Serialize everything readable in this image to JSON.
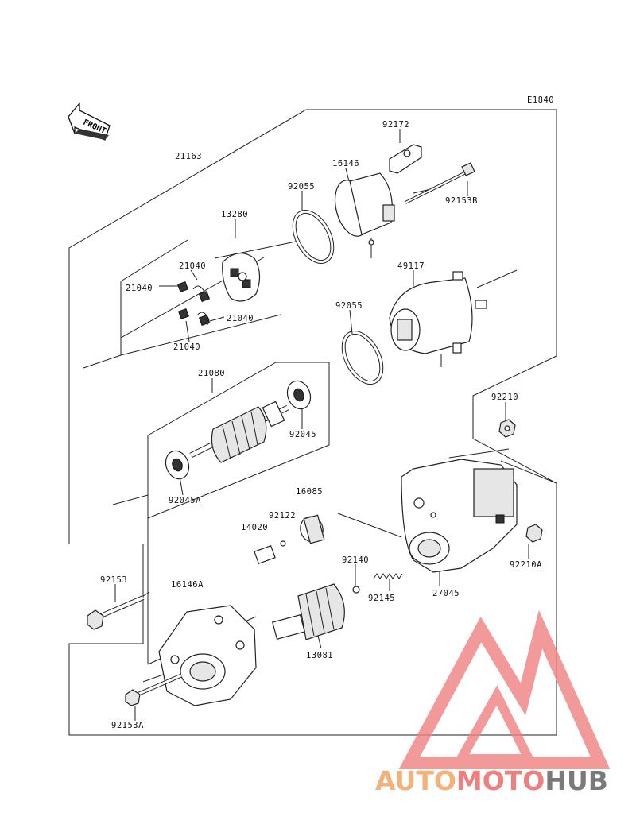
{
  "diagram_code": "E1840",
  "front_label": "FRONT",
  "logo": {
    "part1": "AUTO",
    "part2": "MOTO",
    "part3": "HUB",
    "color1": "#f3b27a",
    "color2": "#ee8080",
    "color3": "#7a7a7a",
    "mark_color": "#f08080"
  },
  "parts": {
    "p92172": "92172",
    "p21163": "21163",
    "p16146": "16146",
    "p92055a": "92055",
    "p92153b": "92153B",
    "p13280": "13280",
    "p21040a": "21040",
    "p21040b": "21040",
    "p21040c": "21040",
    "p21040d": "21040",
    "p49117": "49117",
    "p92055b": "92055",
    "p21080": "21080",
    "p92045": "92045",
    "p92045a": "92045A",
    "p92210": "92210",
    "p16085": "16085",
    "p92122": "92122",
    "p14020": "14020",
    "p92140": "92140",
    "p92145": "92145",
    "p27045": "27045",
    "p92210a": "92210A",
    "p92153": "92153",
    "p16146a": "16146A",
    "p13081": "13081",
    "p92153a": "92153A"
  }
}
